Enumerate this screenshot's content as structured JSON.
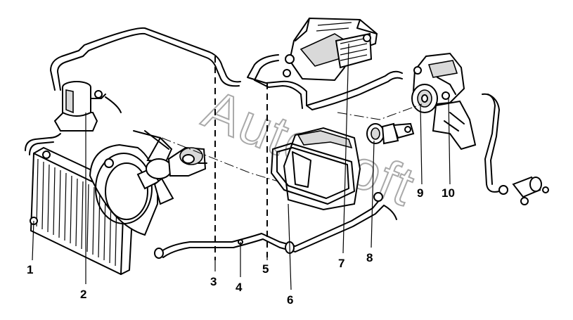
{
  "watermark": {
    "text": "AutoSoft"
  },
  "callouts": [
    {
      "id": "1",
      "label": "1"
    },
    {
      "id": "2",
      "label": "2"
    },
    {
      "id": "3",
      "label": "3"
    },
    {
      "id": "4",
      "label": "4"
    },
    {
      "id": "5",
      "label": "5"
    },
    {
      "id": "6",
      "label": "6"
    },
    {
      "id": "7",
      "label": "7"
    },
    {
      "id": "8",
      "label": "8"
    },
    {
      "id": "9",
      "label": "9"
    },
    {
      "id": "10",
      "label": "10"
    }
  ]
}
